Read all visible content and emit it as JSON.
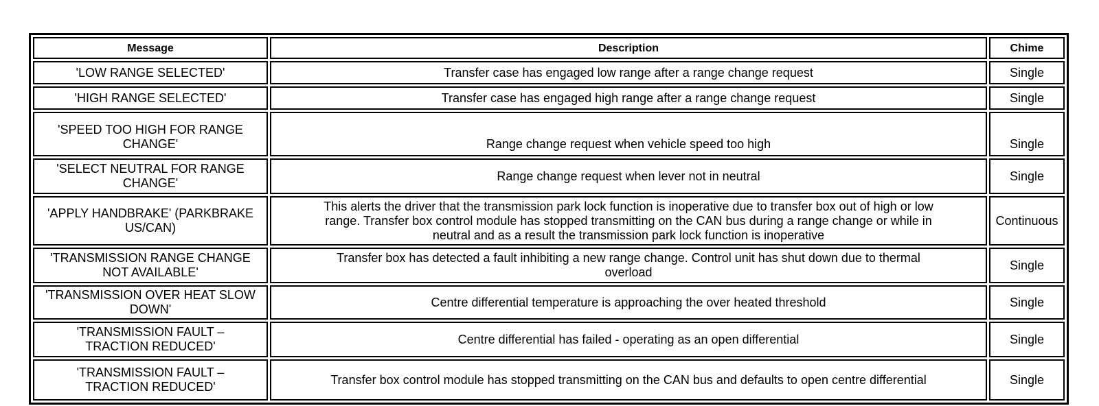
{
  "table": {
    "headers": {
      "message": "Message",
      "description": "Description",
      "chime": "Chime"
    },
    "rows": [
      {
        "message": "'LOW RANGE SELECTED'",
        "description": "Transfer case has engaged low range after a range change request",
        "chime": "Single"
      },
      {
        "message": "'HIGH RANGE SELECTED'",
        "description": "Transfer case has engaged high range after a range change request",
        "chime": "Single"
      },
      {
        "message": "'SPEED TOO HIGH FOR RANGE\nCHANGE'",
        "description": "Range change request when vehicle speed too high",
        "chime": "Single"
      },
      {
        "message": "'SELECT NEUTRAL FOR RANGE\nCHANGE'",
        "description": "Range change request when lever not in neutral",
        "chime": "Single"
      },
      {
        "message": "'APPLY HANDBRAKE' (PARKBRAKE\nUS/CAN)",
        "description": "This alerts the driver that the transmission park lock function is inoperative due to transfer box out of high or low\nrange. Transfer box control module has stopped transmitting on the CAN bus during a range change or while in\nneutral and as a result the transmission park lock function is inoperative",
        "chime": "Continuous"
      },
      {
        "message": "'TRANSMISSION RANGE CHANGE\nNOT AVAILABLE'",
        "description": "Transfer box has detected a fault inhibiting a new range change. Control unit has shut down due to thermal\noverload",
        "chime": "Single"
      },
      {
        "message": "'TRANSMISSION OVER HEAT SLOW\nDOWN'",
        "description": "Centre differential temperature is approaching the over heated threshold",
        "chime": "Single"
      },
      {
        "message": "'TRANSMISSION FAULT –\nTRACTION REDUCED'",
        "description": "Centre differential has failed - operating as an open differential",
        "chime": "Single"
      },
      {
        "message": "'TRANSMISSION FAULT –\nTRACTION REDUCED'",
        "description": "Transfer box control module has stopped transmitting on the CAN bus and defaults to open centre differential",
        "chime": "Single"
      }
    ],
    "colors": {
      "border": "#000000",
      "background": "#ffffff",
      "text": "#000000"
    }
  }
}
